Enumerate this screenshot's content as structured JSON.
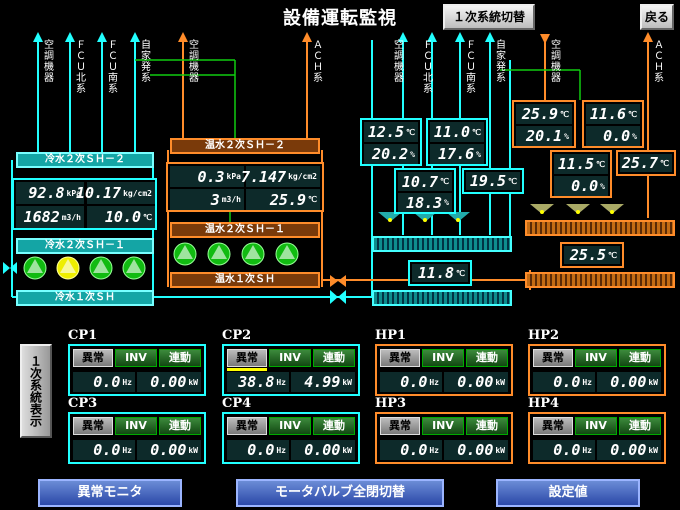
{
  "title": "設備運転監視",
  "buttons": {
    "system_switch": "１次系統切替",
    "back": "戻る",
    "side": "１次系統表示",
    "alarm_monitor": "異常モニタ",
    "valve_switch": "モータバルブ全閉切替",
    "settings": "設定値"
  },
  "branch_labels": {
    "left": [
      "空調機器",
      "ＦＣＵ北系",
      "ＦＣＵ南系",
      "自家発系",
      "空調機器",
      "ＡＣＨ系"
    ],
    "right": [
      "空調機器",
      "ＦＣＵ北系",
      "ＦＣＵ南系",
      "自家発系",
      "空調機器",
      "ＡＣＨ系"
    ]
  },
  "headers": {
    "cold_sh2": "冷水２次ＳＨ－２",
    "cold_sh1": "冷水２次ＳＨ－１",
    "cold_primary": "冷水１次ＳＨ",
    "hot_sh2": "温水２次ＳＨ－２",
    "hot_sh1": "温水２次ＳＨ－１",
    "hot_primary": "温水１次ＳＨ"
  },
  "cold_panel": {
    "pressure": "92.8",
    "pressure_unit": "kPa",
    "pressure2": "10.17",
    "pressure2_unit": "kg/cm2",
    "flow": "1682",
    "flow_unit": "m3/h",
    "temp": "10.0",
    "temp_unit": "℃"
  },
  "hot_panel": {
    "pressure": "0.3",
    "pressure_unit": "kPa",
    "pressure2": "7.147",
    "pressure2_unit": "kg/cm2",
    "flow": "3",
    "flow_unit": "m3/h",
    "temp": "25.9",
    "temp_unit": "℃"
  },
  "right_readings": {
    "cyan_temp1": "12.5",
    "cyan_hum1": "20.2",
    "cyan_temp2": "11.0",
    "cyan_hum2": "17.6",
    "cyan_temp3": "10.7",
    "cyan_hum3": "18.3",
    "cyan_temp4": "19.5",
    "orange_temp1": "25.9",
    "orange_hum1": "20.1",
    "orange_temp2": "11.6",
    "orange_hum2": "0.0",
    "orange_temp3": "11.5",
    "orange_hum3": "0.0",
    "orange_temp4": "25.7",
    "header_temp_cyan": "11.8",
    "header_temp_orange": "25.5",
    "unit_c": "℃",
    "unit_pct": "%"
  },
  "pumps": [
    {
      "name": "CP1",
      "alarm": "異常",
      "inv": "INV",
      "run": "連動",
      "hz": "0.0",
      "kw": "0.00",
      "theme": "cyan",
      "active": false
    },
    {
      "name": "CP2",
      "alarm": "異常",
      "inv": "INV",
      "run": "連動",
      "hz": "38.8",
      "kw": "4.99",
      "theme": "cyan",
      "active": true
    },
    {
      "name": "HP1",
      "alarm": "異常",
      "inv": "INV",
      "run": "連動",
      "hz": "0.0",
      "kw": "0.00",
      "theme": "orange",
      "active": false
    },
    {
      "name": "HP2",
      "alarm": "異常",
      "inv": "INV",
      "run": "連動",
      "hz": "0.0",
      "kw": "0.00",
      "theme": "orange",
      "active": false
    },
    {
      "name": "CP3",
      "alarm": "異常",
      "inv": "INV",
      "run": "連動",
      "hz": "0.0",
      "kw": "0.00",
      "theme": "cyan",
      "active": false
    },
    {
      "name": "CP4",
      "alarm": "異常",
      "inv": "INV",
      "run": "連動",
      "hz": "0.0",
      "kw": "0.00",
      "theme": "cyan",
      "active": false
    },
    {
      "name": "HP3",
      "alarm": "異常",
      "inv": "INV",
      "run": "連動",
      "hz": "0.0",
      "kw": "0.00",
      "theme": "orange",
      "active": false
    },
    {
      "name": "HP4",
      "alarm": "異常",
      "inv": "INV",
      "run": "連動",
      "hz": "0.0",
      "kw": "0.00",
      "theme": "orange",
      "active": false
    }
  ],
  "units": {
    "hz": "Hz",
    "kw": "kW"
  },
  "colors": {
    "cyan": "#22ffff",
    "orange": "#ff8c2a",
    "green": "#11aa11",
    "yellow": "#ffee00",
    "background": "#000000"
  }
}
